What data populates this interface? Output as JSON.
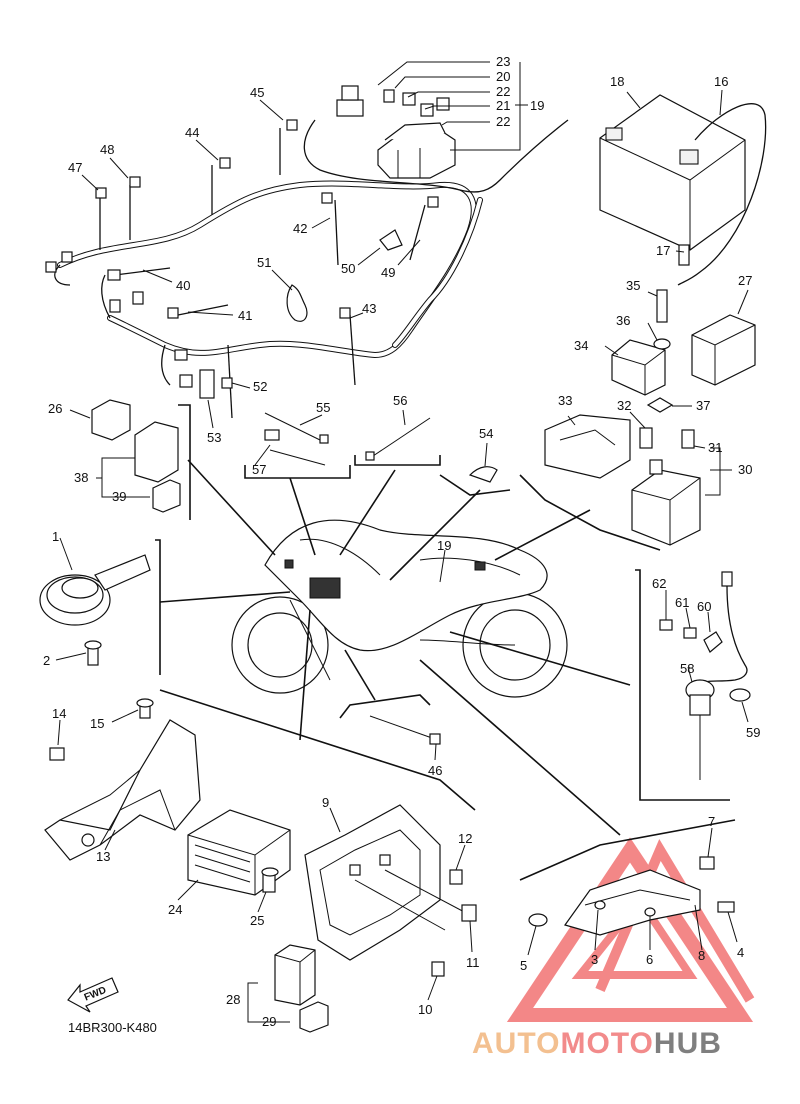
{
  "diagram_code": "14BR300-K480",
  "fwd_label": "FWD",
  "watermark": {
    "part1": "AUTO",
    "part2": "MOTO",
    "part3": "HUB",
    "color1": "#f3c090",
    "color2": "#f28b8b",
    "color3": "#7f7f7f"
  },
  "labels": {
    "p1": "1",
    "p2": "2",
    "p3": "3",
    "p4": "4",
    "p5": "5",
    "p6": "6",
    "p7": "7",
    "p8": "8",
    "p9": "9",
    "p10": "10",
    "p11": "11",
    "p12": "12",
    "p13": "13",
    "p14": "14",
    "p15": "15",
    "p16": "16",
    "p17": "17",
    "p18": "18",
    "p19": "19",
    "p19b": "19",
    "p20": "20",
    "p21": "21",
    "p22a": "22",
    "p22b": "22",
    "p23": "23",
    "p24": "24",
    "p25": "25",
    "p26": "26",
    "p27": "27",
    "p28": "28",
    "p29": "29",
    "p30": "30",
    "p31": "31",
    "p32": "32",
    "p33": "33",
    "p34": "34",
    "p35": "35",
    "p36": "36",
    "p37": "37",
    "p38": "38",
    "p39": "39",
    "p40": "40",
    "p41": "41",
    "p42": "42",
    "p43": "43",
    "p44": "44",
    "p45": "45",
    "p46": "46",
    "p47": "47",
    "p48": "48",
    "p49": "49",
    "p50": "50",
    "p51": "51",
    "p52": "52",
    "p53": "53",
    "p54": "54",
    "p55": "55",
    "p56": "56",
    "p57": "57",
    "p58": "58",
    "p59": "59",
    "p60": "60",
    "p61": "61",
    "p62": "62"
  }
}
